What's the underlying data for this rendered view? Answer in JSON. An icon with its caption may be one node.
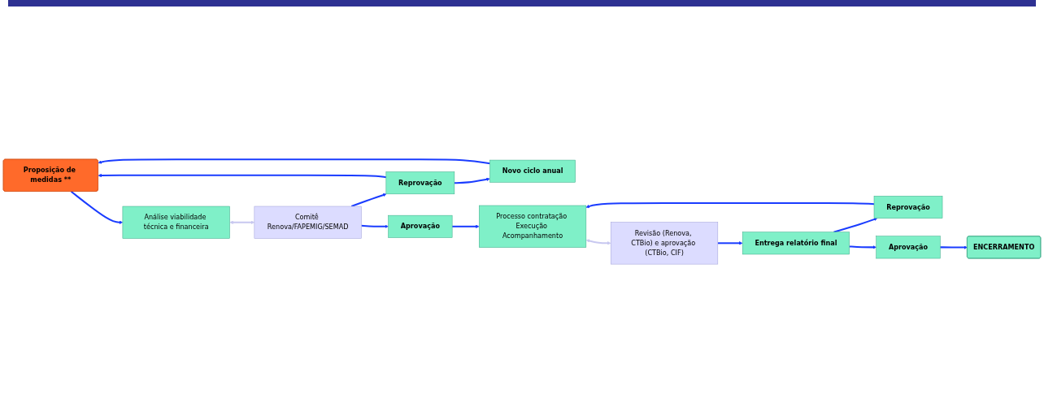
{
  "diagram": {
    "nodes": [
      {
        "text": [
          "Proposição de medidas **"
        ]
      },
      {
        "text": [
          "Análise viabilidade técnica e financeira"
        ]
      },
      {
        "text": [
          "Comitê Renova/FAPEMIG/SEMAD"
        ]
      },
      {
        "text": [
          "Aprovação"
        ]
      },
      {
        "text": [
          "Novo ciclo anual"
        ]
      },
      {
        "text": [
          "Reprovação"
        ]
      },
      {
        "text": [
          "Processo contratação Execução Acompanhamento"
        ]
      },
      {
        "text": [
          "Reprovação"
        ]
      },
      {
        "text": [
          "ENCERRAMENTO"
        ]
      },
      {
        "text": [
          "Aprovação"
        ]
      },
      {
        "text": [
          "Entrega relatório final"
        ]
      },
      {
        "text": [
          "Revisão (Renova, CTBio) e aprovação (CTBio, CIF)"
        ]
      }
    ],
    "edges": [
      {
        "from": 0,
        "to": 1,
        "arrow": "to"
      },
      {
        "from": 1,
        "to": 2,
        "arrow": "both",
        "color": "#c8c8f0"
      },
      {
        "from": 2,
        "to": 3,
        "arrow": "to"
      },
      {
        "from": 2,
        "to": 5,
        "arrow": "to"
      },
      {
        "from": 3,
        "to": 6,
        "arrow": "to"
      },
      {
        "from": 5,
        "to": 4,
        "arrow": "to"
      },
      {
        "from": 5,
        "to": 0,
        "arrow": "to"
      },
      {
        "from": 4,
        "to": 0,
        "arrow": "to"
      },
      {
        "from": 7,
        "to": 6,
        "arrow": "to"
      },
      {
        "from": 6,
        "to": 11,
        "arrow": "both",
        "color": "#c8c8f0"
      },
      {
        "from": 11,
        "to": 10,
        "arrow": "to"
      },
      {
        "from": 10,
        "to": 7,
        "arrow": "to"
      },
      {
        "from": 10,
        "to": 9,
        "arrow": "to"
      },
      {
        "from": 9,
        "to": 8,
        "arrow": "to"
      }
    ]
  }
}
